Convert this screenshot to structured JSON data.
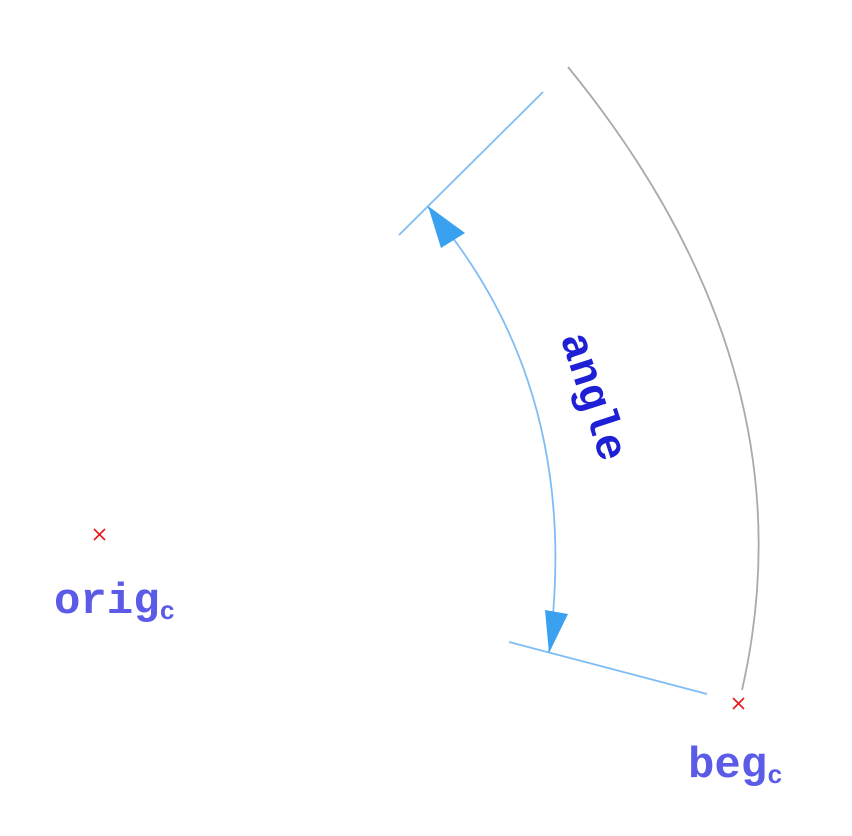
{
  "labels": {
    "angle": "angle",
    "origin_main": "orig",
    "origin_sub": "c",
    "begin_main": "beg",
    "begin_sub": "c"
  },
  "colors": {
    "arc": "#aaaaaa",
    "dimension": "#7fbdf5",
    "arrow": "#3aa0f0",
    "angle_text": "#1f1fd6",
    "point_label": "#5b5be8",
    "marker": "#e8161b"
  }
}
